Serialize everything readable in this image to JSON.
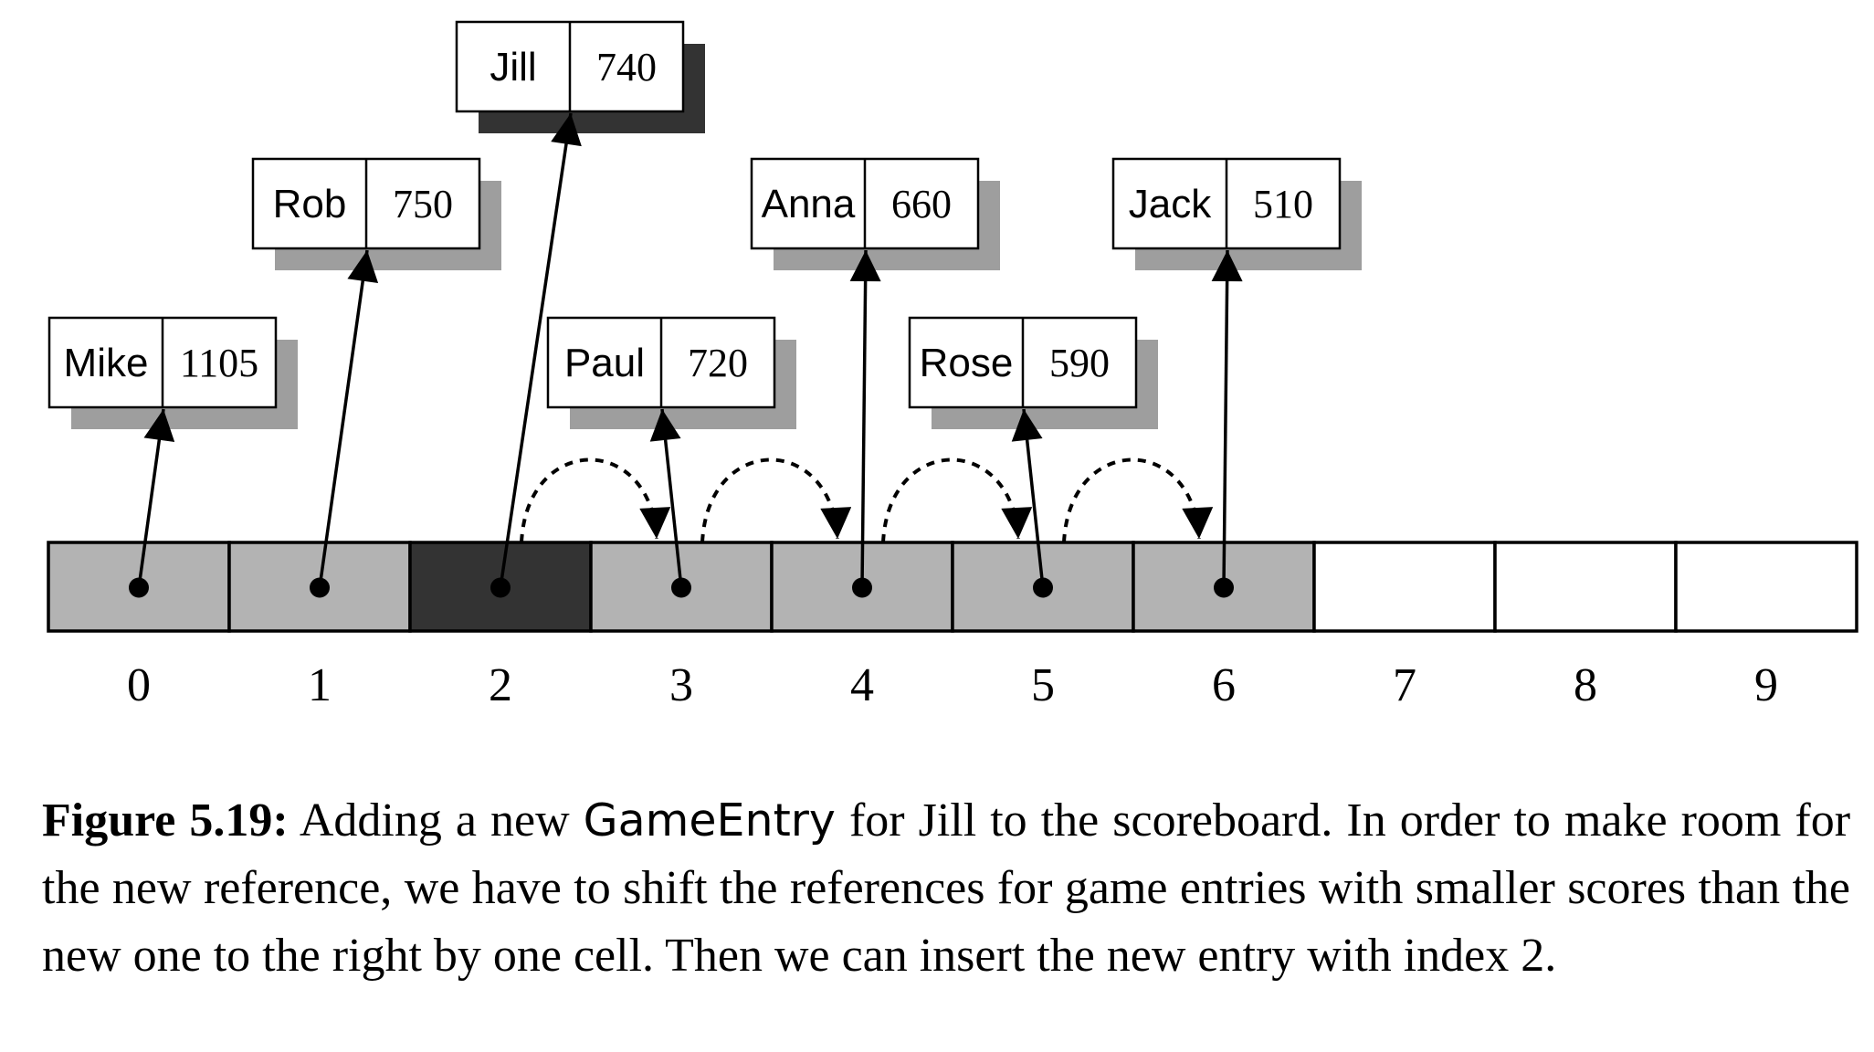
{
  "colors": {
    "filled_cell": "#b3b3b3",
    "new_entry_cell": "#333333",
    "empty_cell": "#ffffff",
    "shadow_normal": "#9e9e9e",
    "shadow_new_entry": "#333333",
    "stroke": "#000000"
  },
  "array": {
    "indices": [
      "0",
      "1",
      "2",
      "3",
      "4",
      "5",
      "6",
      "7",
      "8",
      "9"
    ],
    "cell_states": [
      "filled",
      "filled",
      "new",
      "filled",
      "filled",
      "filled",
      "filled",
      "empty",
      "empty",
      "empty"
    ]
  },
  "entries": [
    {
      "name": "Mike",
      "score": "1105",
      "index": 0,
      "is_new": false
    },
    {
      "name": "Rob",
      "score": "750",
      "index": 1,
      "is_new": false
    },
    {
      "name": "Jill",
      "score": "740",
      "index": 2,
      "is_new": true
    },
    {
      "name": "Paul",
      "score": "720",
      "index": 3,
      "is_new": false
    },
    {
      "name": "Anna",
      "score": "660",
      "index": 4,
      "is_new": false
    },
    {
      "name": "Rose",
      "score": "590",
      "index": 5,
      "is_new": false
    },
    {
      "name": "Jack",
      "score": "510",
      "index": 6,
      "is_new": false
    }
  ],
  "shifts": [
    {
      "from": 2,
      "to": 3
    },
    {
      "from": 3,
      "to": 4
    },
    {
      "from": 4,
      "to": 5
    },
    {
      "from": 5,
      "to": 6
    }
  ],
  "caption": {
    "label": "Figure 5.19:",
    "part1": " Adding a new ",
    "code": "GameEntry",
    "part2": " for Jill to the scoreboard. In order to make room for the new reference, we have to shift the references for game entries with smaller scores than the new one to the right by one cell. Then we can insert the new entry with index 2."
  }
}
